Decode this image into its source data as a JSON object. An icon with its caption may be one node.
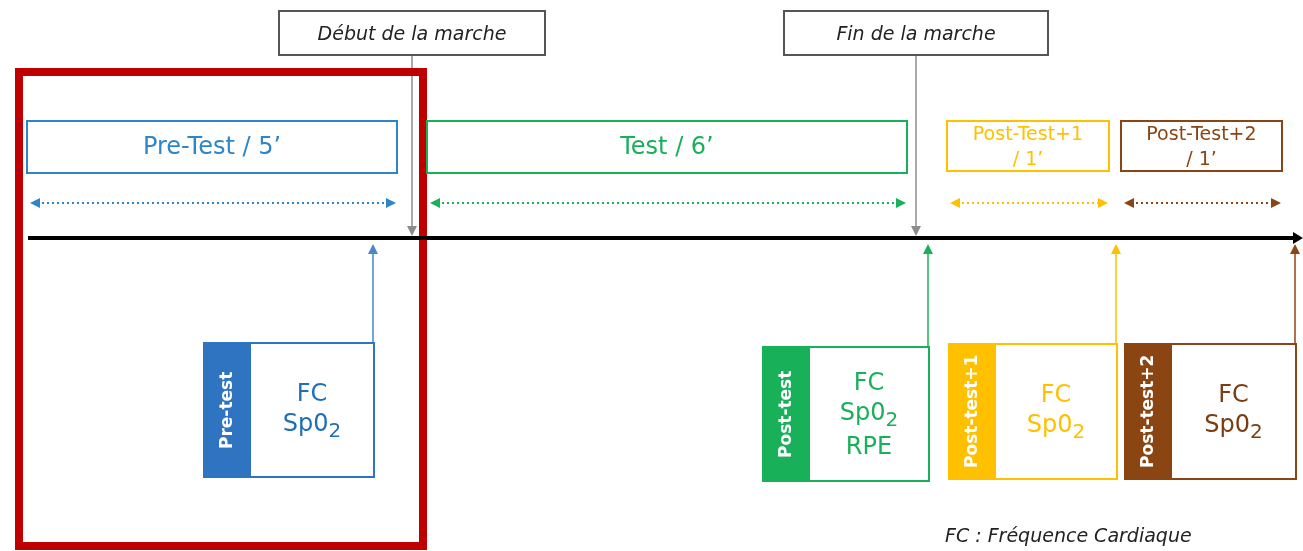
{
  "diagram": {
    "nodes": [
      {
        "text": [
          "Début de la marche"
        ]
      },
      {
        "text": [
          "Fin de la marche"
        ]
      },
      {
        "text": [],
        "shape": "box"
      },
      {
        "text": [
          "Pre-Test / 5’"
        ],
        "in": 2
      },
      {
        "text": [
          "Test / 6’"
        ]
      },
      {
        "text": [
          "Post-Test+1 / 1’"
        ]
      },
      {
        "text": [
          "Post-Test+2 / 1’"
        ]
      },
      {
        "text": [
          "Pre-test",
          "FC Sp0$_{2}$"
        ],
        "in": 2
      },
      {
        "text": [
          "Post-test",
          "FC Sp0$_{2}$ RPE"
        ]
      },
      {
        "text": [
          "Post-test+1",
          "FC Sp0$_{2}$"
        ]
      },
      {
        "text": [
          "Post-test+2",
          "FC Sp0$_{2}$"
        ]
      },
      {
        "text": [],
        "shape": "bar"
      }
    ],
    "edges": [
      {
        "from": 0,
        "to": 11,
        "arrow": "to",
        "color": "#8c8c8c"
      },
      {
        "from": 1,
        "to": 11,
        "arrow": "to",
        "color": "#8c8c8c"
      },
      {
        "from": 7,
        "to": 11,
        "arrow": "to",
        "color": "#4a86c8"
      },
      {
        "from": 8,
        "to": 11,
        "arrow": "to",
        "color": "#19b05a"
      },
      {
        "from": 9,
        "to": 11,
        "arrow": "to",
        "color": "#ffc000"
      },
      {
        "from": 10,
        "to": 11,
        "arrow": "to",
        "color": "#8b4513"
      }
    ],
    "labels": [
      "FC : Fréquence Cardiaque"
    ]
  }
}
